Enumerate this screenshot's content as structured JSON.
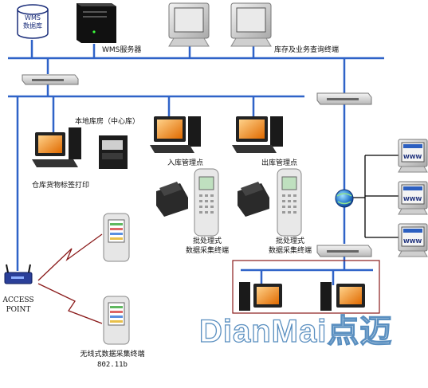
{
  "labels": {
    "wms_db": "WMS\n数据库",
    "wms_server": "WMS服务器",
    "inventory_terminal": "库存及业务查询终端",
    "local_warehouse": "本地库房（中心库）",
    "label_print": "仓库货物标签打印",
    "inbound_point": "入库管理点",
    "outbound_point": "出库管理点",
    "batch_terminal_1_line1": "批处理式",
    "batch_terminal_1_line2": "数据采集终端",
    "batch_terminal_2_line1": "批处理式",
    "batch_terminal_2_line2": "数据采集终端",
    "access_point_line1": "ACCESS",
    "access_point_line2": "POINT",
    "wireless_terminal_line1": "无线式数据采集终端",
    "wireless_terminal_line2": "802.11b",
    "www": "WWW",
    "watermark": "DianMai点迈"
  },
  "colors": {
    "network_line": "#2f63c8",
    "red_line": "#8a1a1a",
    "hub": "#d9d9d9",
    "monitor_screen": "#ff9a1a",
    "pda_green": "#6cc06c"
  }
}
